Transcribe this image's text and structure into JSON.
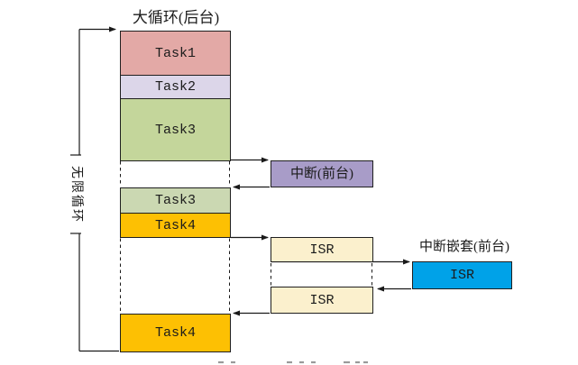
{
  "diagram": {
    "title": "大循环(后台)",
    "loop_label": "无限循环",
    "background_tasks": [
      {
        "id": "task1",
        "label": "Task1",
        "color": "#e3a9a6"
      },
      {
        "id": "task2",
        "label": "Task2",
        "color": "#dcd6e9"
      },
      {
        "id": "task3",
        "label": "Task3",
        "color": "#c4d69b"
      },
      {
        "id": "task3b",
        "label": "Task3",
        "color": "#cbd8b2"
      },
      {
        "id": "task4",
        "label": "Task4",
        "color": "#fdc003"
      },
      {
        "id": "task4b",
        "label": "Task4",
        "color": "#fdc003"
      }
    ],
    "interrupt_box": {
      "label": "中断(前台)",
      "color": "#a89cc8"
    },
    "isr_boxes": [
      {
        "id": "isr1",
        "label": "ISR",
        "color": "#fbf0cd"
      },
      {
        "id": "isr2",
        "label": "ISR",
        "color": "#fbf0cd"
      }
    ],
    "nested_interrupt": {
      "title": "中断嵌套(前台)",
      "label": "ISR",
      "color": "#00a2e8"
    },
    "line_color": "#1a1a1a"
  }
}
